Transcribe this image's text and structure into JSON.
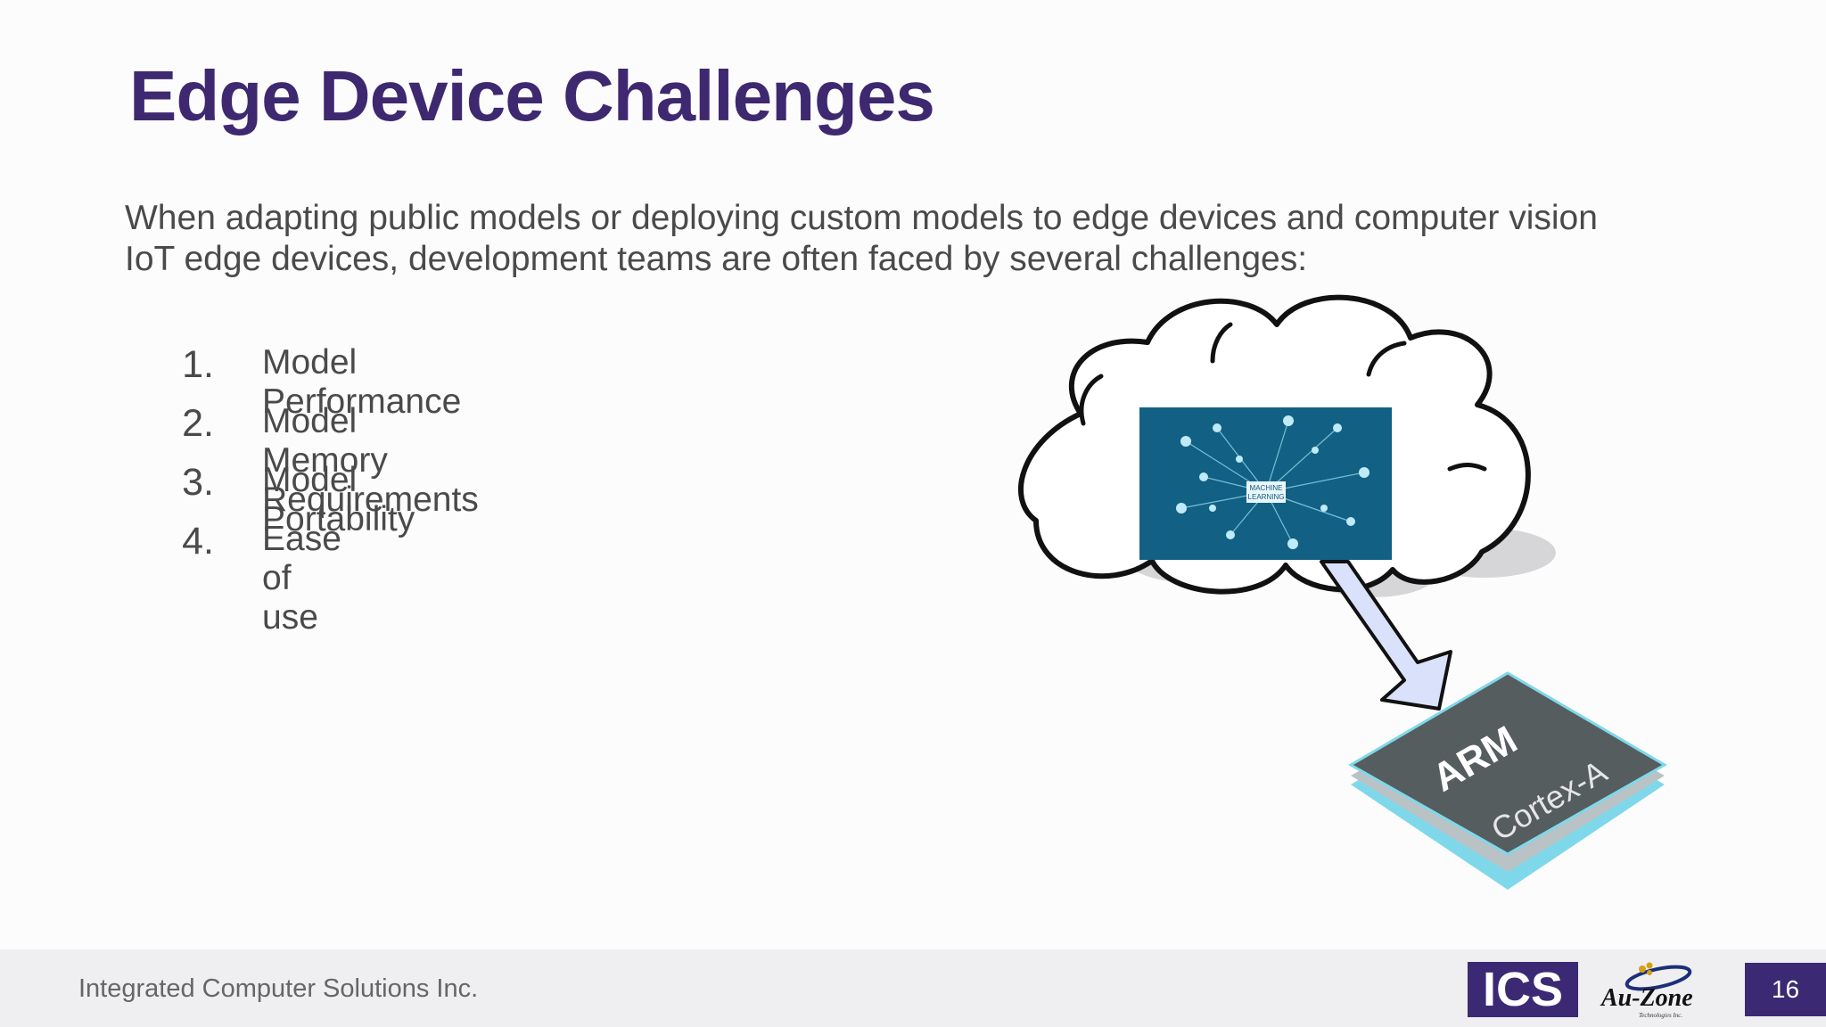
{
  "slide": {
    "title": "Edge Device Challenges",
    "intro_line1": "When adapting public models or deploying custom models to edge devices and computer vision",
    "intro_line2": "IoT edge devices, development teams are often faced by several challenges:",
    "items": [
      {
        "num": "1.",
        "text": "Model Performance"
      },
      {
        "num": "2.",
        "text": "Model Memory Requirements"
      },
      {
        "num": "3.",
        "text": "Model Portability"
      },
      {
        "num": "4.",
        "text": "Ease of use"
      }
    ]
  },
  "illustration": {
    "ml_label_1": "MACHINE",
    "ml_label_2": "LEARNING",
    "chip_brand": "ARM",
    "chip_model": "Cortex-A",
    "icon": "cloud-to-chip-illustration"
  },
  "footer": {
    "company": "Integrated Computer Solutions Inc.",
    "ics_logo": "ICS",
    "auzone_logo": "Au-Zone",
    "auzone_sub": "Technologies Inc.",
    "page_number": "16"
  },
  "colors": {
    "title": "#3e2870",
    "brand_purple": "#3b2a73",
    "chip_top": "#555d5f",
    "chip_edge": "#7fd8ea",
    "arrow_fill": "#d9e1fb",
    "ml_panel": "#0f5a7a"
  }
}
